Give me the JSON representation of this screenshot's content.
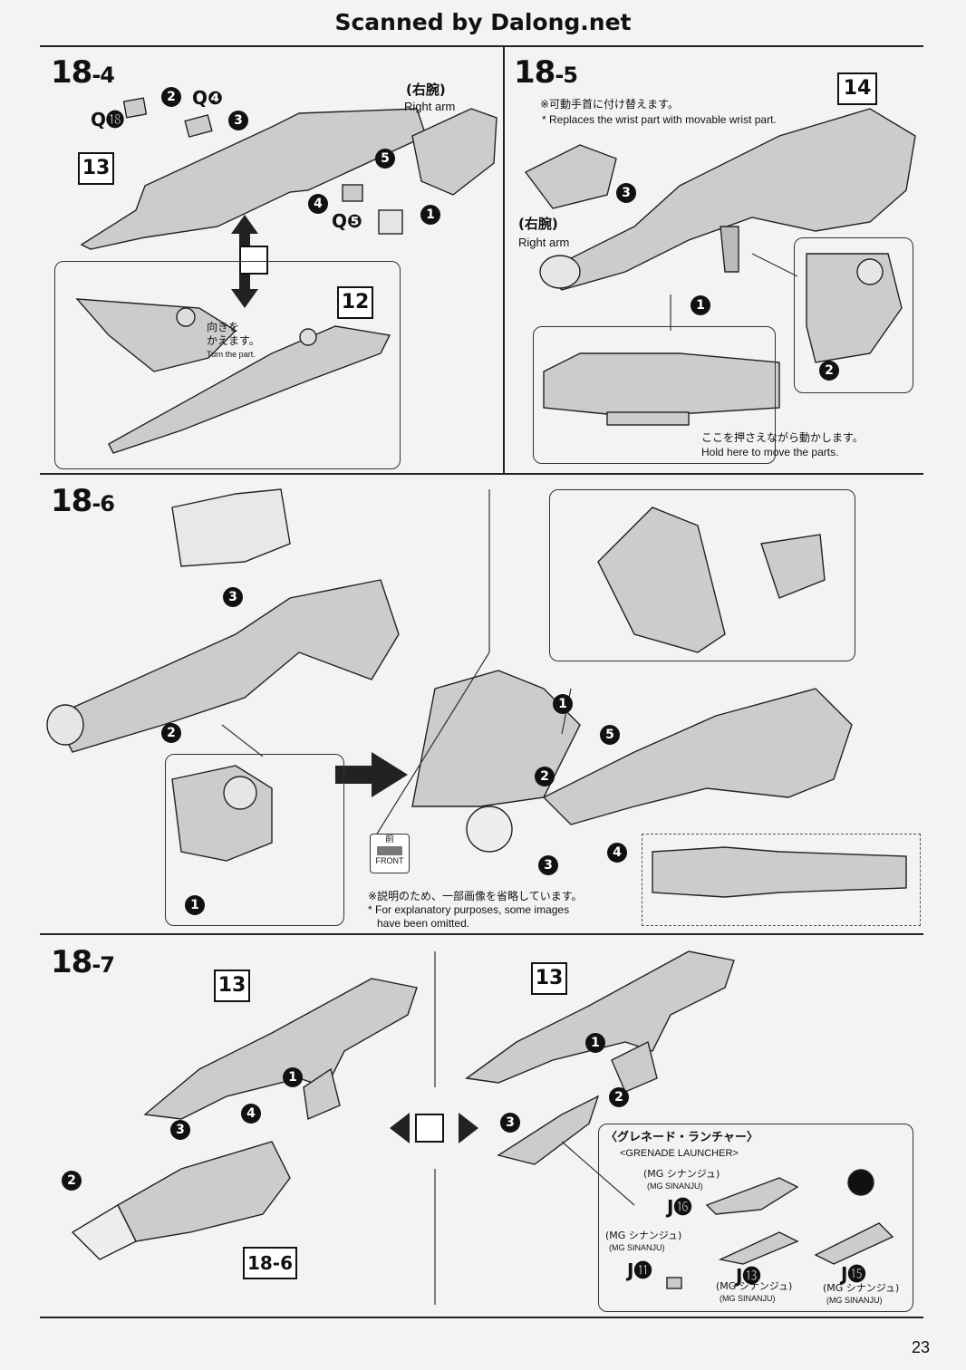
{
  "header": {
    "title": "Scanned by Dalong.net"
  },
  "page_number": "23",
  "steps": {
    "s184": {
      "major": "18",
      "minor": "-4"
    },
    "s185": {
      "major": "18",
      "minor": "-5"
    },
    "s186": {
      "major": "18",
      "minor": "-6"
    },
    "s187": {
      "major": "18",
      "minor": "-7"
    }
  },
  "s184": {
    "box13": "13",
    "box12": "12",
    "right_arm_jp": "(右腕)",
    "right_arm_en": "Right arm",
    "q18": "Q⓲",
    "q4": "Q❹",
    "q5": "Q❺",
    "turn_jp": "向きを\nかえます。",
    "turn_en": "Turn the part."
  },
  "s185": {
    "box14": "14",
    "note_jp": "※可動手首に付け替えます。",
    "note_en": "* Replaces the wrist part with movable wrist part.",
    "right_arm_jp": "(右腕)",
    "right_arm_en": "Right arm",
    "hold_jp": "ここを押さえながら動かします。",
    "hold_en": "Hold here to move the parts."
  },
  "s186": {
    "front_jp": "前",
    "front_en": "FRONT",
    "omit_jp": "※説明のため、一部画像を省略しています。",
    "omit_en1": "* For explanatory purposes, some images",
    "omit_en2": "have been omitted."
  },
  "s187": {
    "box13a": "13",
    "box13b": "13",
    "box186": "18-6",
    "grenade_jp": "〈グレネード・ランチャー〉",
    "grenade_en": "<GRENADE LAUNCHER>",
    "sinanju_jp": "(MG シナンジュ)",
    "sinanju_en": "(MG SINANJU)",
    "j16": "J⓰",
    "j11": "J⓫",
    "j13": "J⓭",
    "j15": "J⓯"
  }
}
